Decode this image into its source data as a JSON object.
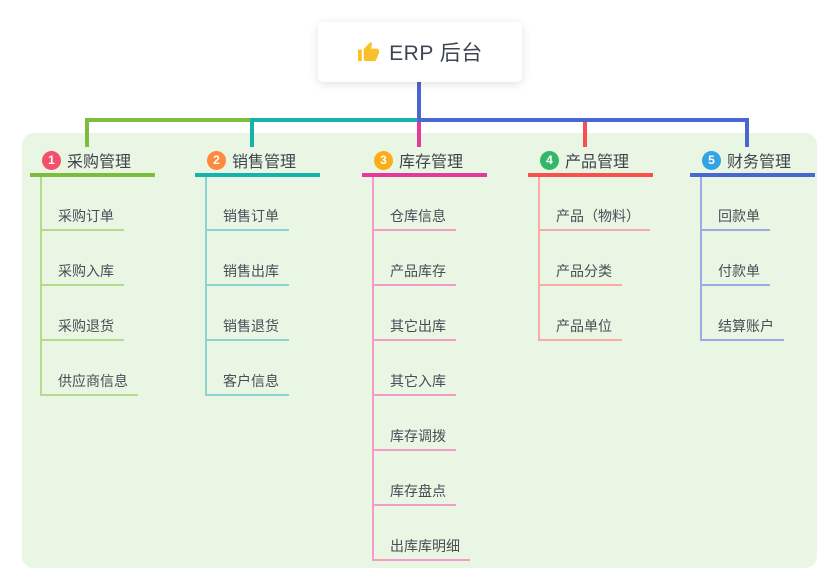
{
  "app": {
    "root_label": "ERP 后台",
    "root_icon": "thumbs-up-icon"
  },
  "colors": {
    "canvas_bg": "#ffffff",
    "panel_bg": "#eaf6e4",
    "root_card_bg": "#ffffff",
    "root_connector": "#4a66d0",
    "root_text": "#3c4654",
    "header_text": "#3d444d",
    "child_text": "#474e56",
    "thumb_icon": "#f8c12c",
    "badge_number_text": "#ffffff"
  },
  "branches": [
    {
      "badge": "1",
      "label": "采购管理",
      "badge_color": "#f4506b",
      "line_color": "#7cbd3e",
      "child_line_color": "#b4db8d",
      "children": [
        "采购订单",
        "采购入库",
        "采购退货",
        "供应商信息"
      ]
    },
    {
      "badge": "2",
      "label": "销售管理",
      "badge_color": "#fd8a3d",
      "line_color": "#17b3ab",
      "child_line_color": "#8bd5ce",
      "children": [
        "销售订单",
        "销售出库",
        "销售退货",
        "客户信息"
      ]
    },
    {
      "badge": "3",
      "label": "库存管理",
      "badge_color": "#fbad18",
      "line_color": "#e53a9d",
      "child_line_color": "#f49cc8",
      "children": [
        "仓库信息",
        "产品库存",
        "其它出库",
        "其它入库",
        "库存调拨",
        "库存盘点",
        "出库库明细"
      ]
    },
    {
      "badge": "4",
      "label": "产品管理",
      "badge_color": "#33b86a",
      "line_color": "#f8504f",
      "child_line_color": "#fbaba6",
      "children": [
        "产品（物料）",
        "产品分类",
        "产品单位"
      ]
    },
    {
      "badge": "5",
      "label": "财务管理",
      "badge_color": "#31a4e6",
      "line_color": "#4a66d0",
      "child_line_color": "#9dabe2",
      "children": [
        "回款单",
        "付款单",
        "结算账户"
      ]
    }
  ]
}
